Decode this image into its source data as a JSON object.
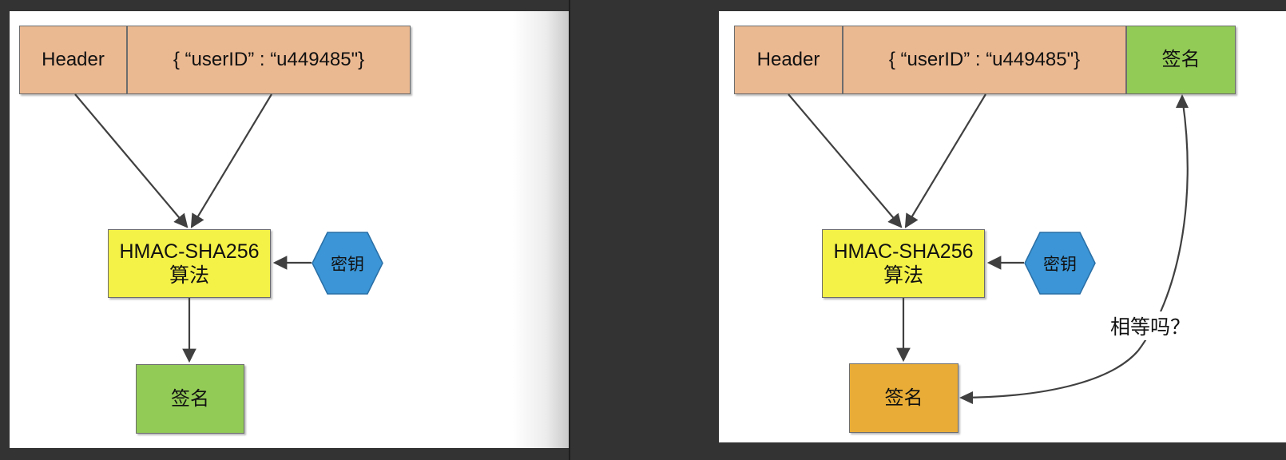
{
  "left_diagram": {
    "header_label": "Header",
    "payload_label": "{ “userID” :  “u449485\"}",
    "algorithm_label": "HMAC-SHA256算法",
    "key_label": "密钥",
    "signature_label": "签名"
  },
  "right_diagram": {
    "header_label": "Header",
    "payload_label": "{ “userID” :  “u449485\"}",
    "received_signature_label": "签名",
    "algorithm_label": "HMAC-SHA256算法",
    "key_label": "密钥",
    "computed_signature_label": "签名",
    "compare_label": "相等吗？"
  },
  "colors": {
    "background": "#333333",
    "header_fill": "#eab891",
    "algorithm_fill": "#f4f147",
    "key_fill": "#3b95d6",
    "signature_green": "#93cb57",
    "signature_orange": "#e9ad37",
    "arrow": "#404040"
  }
}
